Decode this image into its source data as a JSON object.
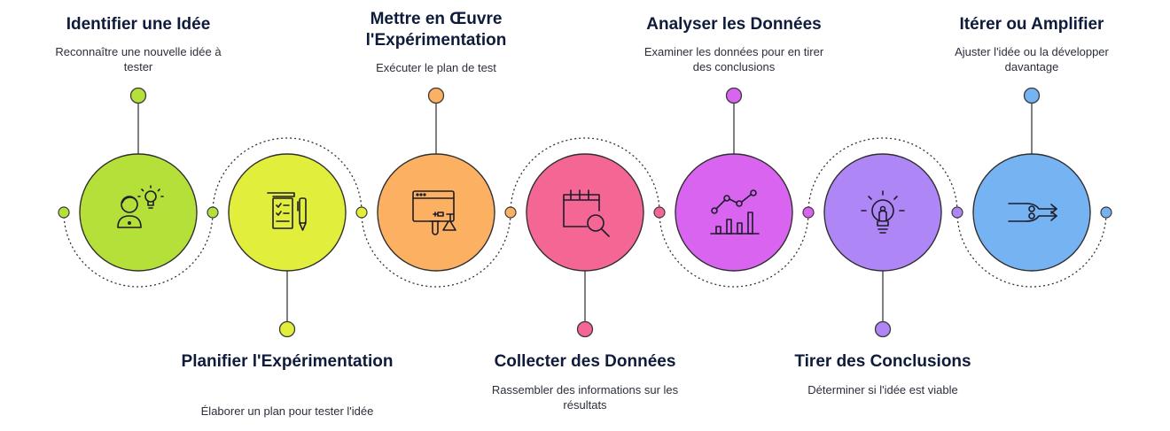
{
  "steps": [
    {
      "title": "Identifier une Idée",
      "description": "Reconnaître une nouvelle idée à tester",
      "icon": "person-lightbulb-icon",
      "color": "#b5e03a",
      "dot_color": "#b5e03a"
    },
    {
      "title": "Planifier l'Expérimentation",
      "description": "Élaborer un plan pour tester l'idée",
      "icon": "clipboard-scroll-pencil-icon",
      "color": "#e2ee3c",
      "dot_color": "#e2ee3c"
    },
    {
      "title": "Mettre en Œuvre l'Expérimentation",
      "description": "Exécuter le plan de test",
      "icon": "browser-flask-icon",
      "color": "#fbb062",
      "dot_color": "#fbb062"
    },
    {
      "title": "Collecter des Données",
      "description": "Rassembler des informations sur les résultats",
      "icon": "calendar-magnifier-icon",
      "color": "#f46694",
      "dot_color": "#f46694"
    },
    {
      "title": "Analyser les Données",
      "description": "Examiner les données pour en tirer des conclusions",
      "icon": "line-bar-chart-icon",
      "color": "#d864ef",
      "dot_color": "#d864ef"
    },
    {
      "title": "Tirer des Conclusions",
      "description": "Déterminer si l'idée est viable",
      "icon": "lightbulb-icon",
      "color": "#ae86f6",
      "dot_color": "#ae86f6"
    },
    {
      "title": "Itérer ou Amplifier",
      "description": "Ajuster l'idée ou la développer davantage",
      "icon": "split-arrows-icon",
      "color": "#76b3f2",
      "dot_color": "#76b3f2"
    }
  ],
  "colors": {
    "text": "#0f1b3a",
    "line": "#3a3a3a",
    "connector_line": "#555555"
  }
}
